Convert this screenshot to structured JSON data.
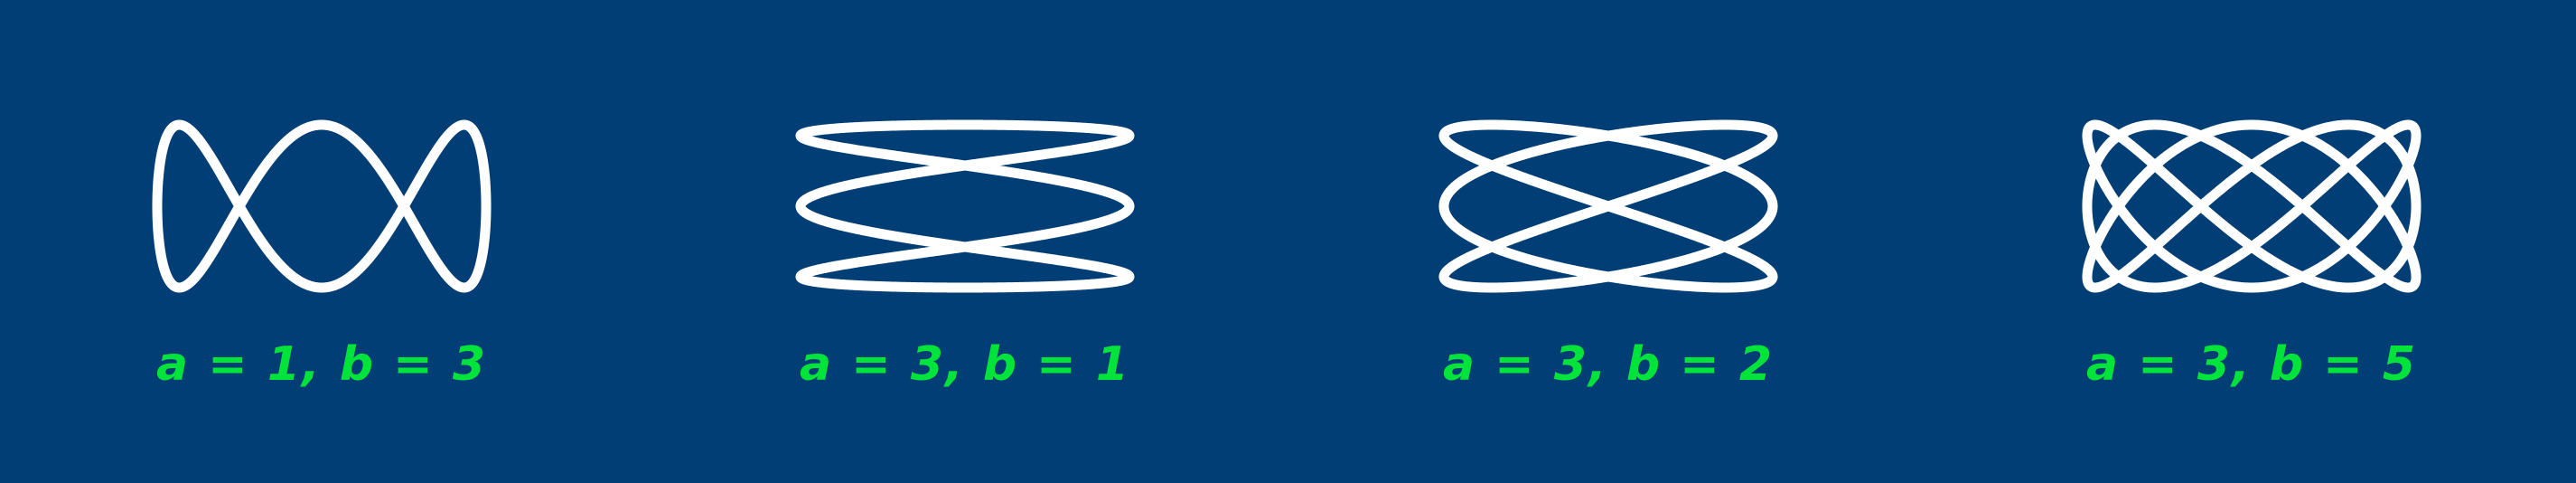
{
  "colors": {
    "background": "#003e75",
    "curve": "#ffffff",
    "caption": "#00e33b"
  },
  "figures": [
    {
      "a": 1,
      "b": 3,
      "label": "a = 1, b = 3"
    },
    {
      "a": 3,
      "b": 1,
      "label": "a = 3, b = 1"
    },
    {
      "a": 3,
      "b": 2,
      "label": "a = 3, b = 2"
    },
    {
      "a": 3,
      "b": 5,
      "label": "a = 3, b = 5"
    }
  ]
}
